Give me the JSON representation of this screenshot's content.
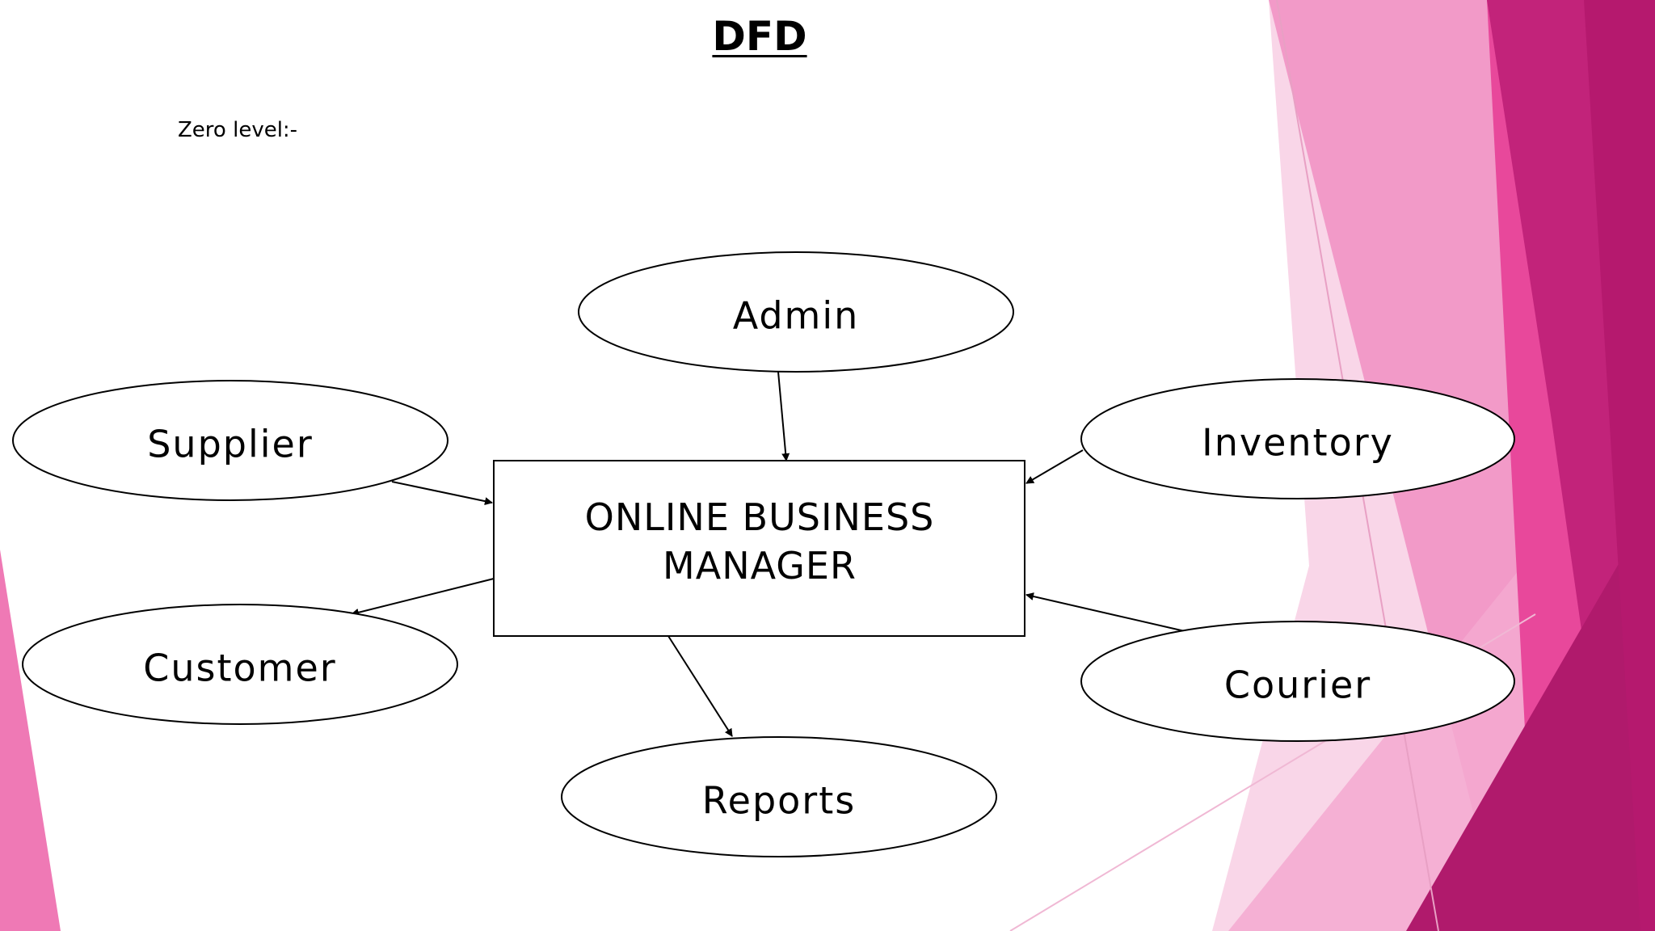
{
  "title": "DFD",
  "subtitle": "Zero level:-",
  "process": {
    "line1": "ONLINE BUSINESS",
    "line2": "MANAGER"
  },
  "entities": {
    "admin": "Admin",
    "supplier": "Supplier",
    "inventory": "Inventory",
    "customer": "Customer",
    "courier": "Courier",
    "reports": "Reports"
  },
  "flows": [
    {
      "from": "Admin",
      "to": "ONLINE BUSINESS MANAGER"
    },
    {
      "from": "Supplier",
      "to": "ONLINE BUSINESS MANAGER"
    },
    {
      "from": "Inventory",
      "to": "ONLINE BUSINESS MANAGER"
    },
    {
      "from": "Courier",
      "to": "ONLINE BUSINESS MANAGER"
    },
    {
      "from": "ONLINE BUSINESS MANAGER",
      "to": "Customer"
    },
    {
      "from": "ONLINE BUSINESS MANAGER",
      "to": "Reports"
    }
  ],
  "colors": {
    "accent_dark": "#b5196e",
    "accent_mid": "#e8489b",
    "accent_light": "#f29ac8",
    "accent_pale": "#f9d3e6",
    "stroke": "#000000"
  }
}
